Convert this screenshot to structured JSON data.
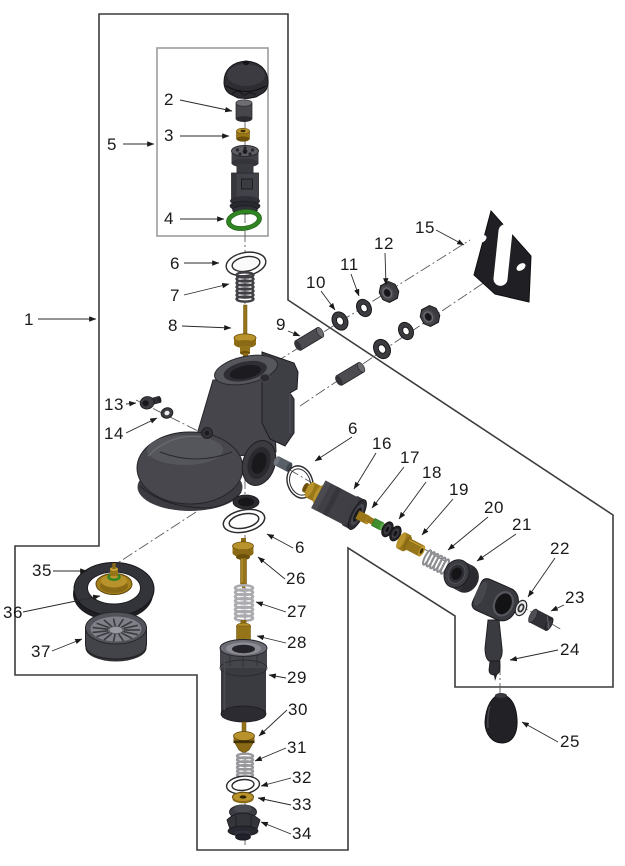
{
  "callouts": [
    {
      "n": "1"
    },
    {
      "n": "2"
    },
    {
      "n": "3"
    },
    {
      "n": "4"
    },
    {
      "n": "5"
    },
    {
      "n": "6"
    },
    {
      "n": "7"
    },
    {
      "n": "8"
    },
    {
      "n": "9"
    },
    {
      "n": "10"
    },
    {
      "n": "11"
    },
    {
      "n": "12"
    },
    {
      "n": "13"
    },
    {
      "n": "14"
    },
    {
      "n": "15"
    },
    {
      "n": "6"
    },
    {
      "n": "16"
    },
    {
      "n": "17"
    },
    {
      "n": "18"
    },
    {
      "n": "19"
    },
    {
      "n": "20"
    },
    {
      "n": "21"
    },
    {
      "n": "22"
    },
    {
      "n": "23"
    },
    {
      "n": "24"
    },
    {
      "n": "25"
    },
    {
      "n": "6"
    },
    {
      "n": "26"
    },
    {
      "n": "27"
    },
    {
      "n": "28"
    },
    {
      "n": "29"
    },
    {
      "n": "30"
    },
    {
      "n": "31"
    },
    {
      "n": "32"
    },
    {
      "n": "33"
    },
    {
      "n": "34"
    },
    {
      "n": "35"
    },
    {
      "n": "36"
    },
    {
      "n": "37"
    }
  ],
  "colors": {
    "background": "#ffffff",
    "outline": "#3c3c3c",
    "subassembly_box": "#9c9c9c",
    "label_text": "#1a1a1a",
    "metal_dark": "#3a3a41",
    "brass": "#9a7718",
    "brass_light": "#b8922a",
    "green_oring": "#2f8522",
    "spring_gray": "#a5a5a9"
  }
}
